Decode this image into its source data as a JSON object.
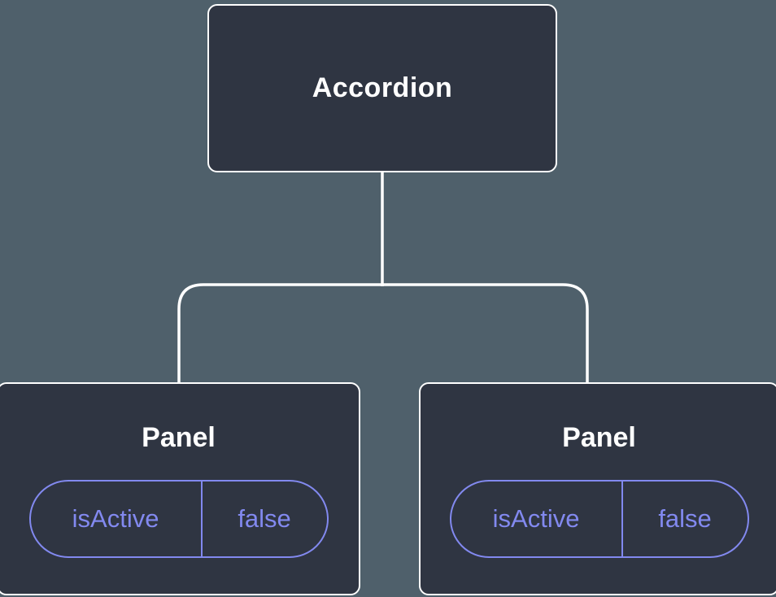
{
  "diagram": {
    "root": {
      "label": "Accordion"
    },
    "children": [
      {
        "label": "Panel",
        "state": {
          "key": "isActive",
          "value": "false"
        }
      },
      {
        "label": "Panel",
        "state": {
          "key": "isActive",
          "value": "false"
        }
      }
    ],
    "colors": {
      "background": "#4f606b",
      "node_fill": "#2f3542",
      "node_border": "#ffffff",
      "connector": "#ffffff",
      "state_accent": "#8289ef",
      "label_text": "#ffffff"
    }
  }
}
